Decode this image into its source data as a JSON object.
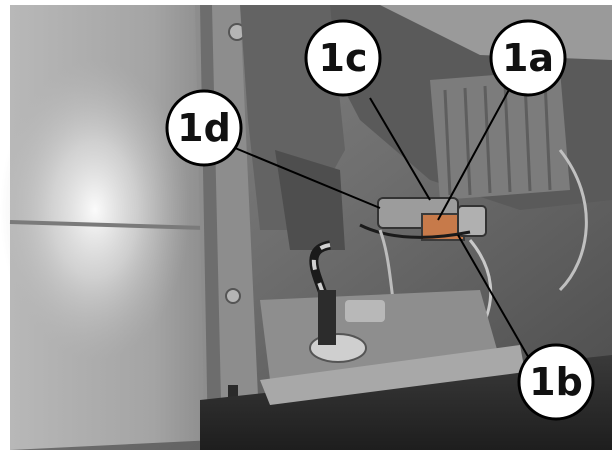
{
  "callouts": [
    {
      "id": "1a",
      "label": "1a"
    },
    {
      "id": "1b",
      "label": "1b"
    },
    {
      "id": "1c",
      "label": "1c"
    },
    {
      "id": "1d",
      "label": "1d"
    }
  ]
}
